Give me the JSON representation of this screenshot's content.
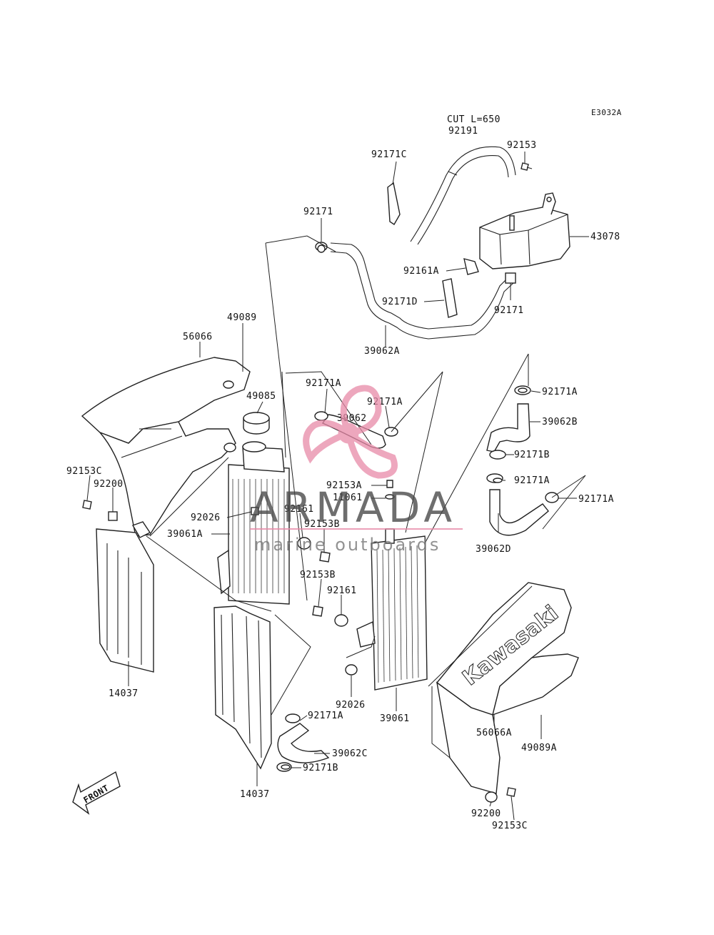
{
  "diagram_code": "E3032A",
  "cut_note": "CUT L=650",
  "front_label": "FRONT",
  "brand_text": "Kawasaki",
  "watermark": {
    "title": "ARMADA",
    "subtitle": "marine outboards"
  },
  "labels": {
    "p92191": "92191",
    "p92171C": "92171C",
    "p92153_top": "92153",
    "p43078": "43078",
    "p92171_top": "92171",
    "p92161A": "92161A",
    "p92171D": "92171D",
    "p92171_mid": "92171",
    "p39062A": "39062A",
    "p49089": "49089",
    "p56066": "56066",
    "p49085": "49085",
    "p92171A_1": "92171A",
    "p92171A_2": "92171A",
    "p39062": "39062",
    "p92171A_right": "92171A",
    "p39062B": "39062B",
    "p92171B_right": "92171B",
    "p92153C_left": "92153C",
    "p92200_left": "92200",
    "p92153A": "92153A",
    "p11061": "11061",
    "p92171A_r2": "92171A",
    "p92171A_r3": "92171A",
    "p92026_left": "92026",
    "p92161_left": "92161",
    "p39061A": "39061A",
    "p92153B_1": "92153B",
    "p39062D": "39062D",
    "p92153B_2": "92153B",
    "p92161_mid": "92161",
    "p14037_left": "14037",
    "p92026_mid": "92026",
    "p39061": "39061",
    "p56066A": "56066A",
    "p49089A": "49089A",
    "p92171A_bottom": "92171A",
    "p39062C": "39062C",
    "p92171B_bottom": "92171B",
    "p14037_bottom": "14037",
    "p92200_right": "92200",
    "p92153C_right": "92153C"
  }
}
